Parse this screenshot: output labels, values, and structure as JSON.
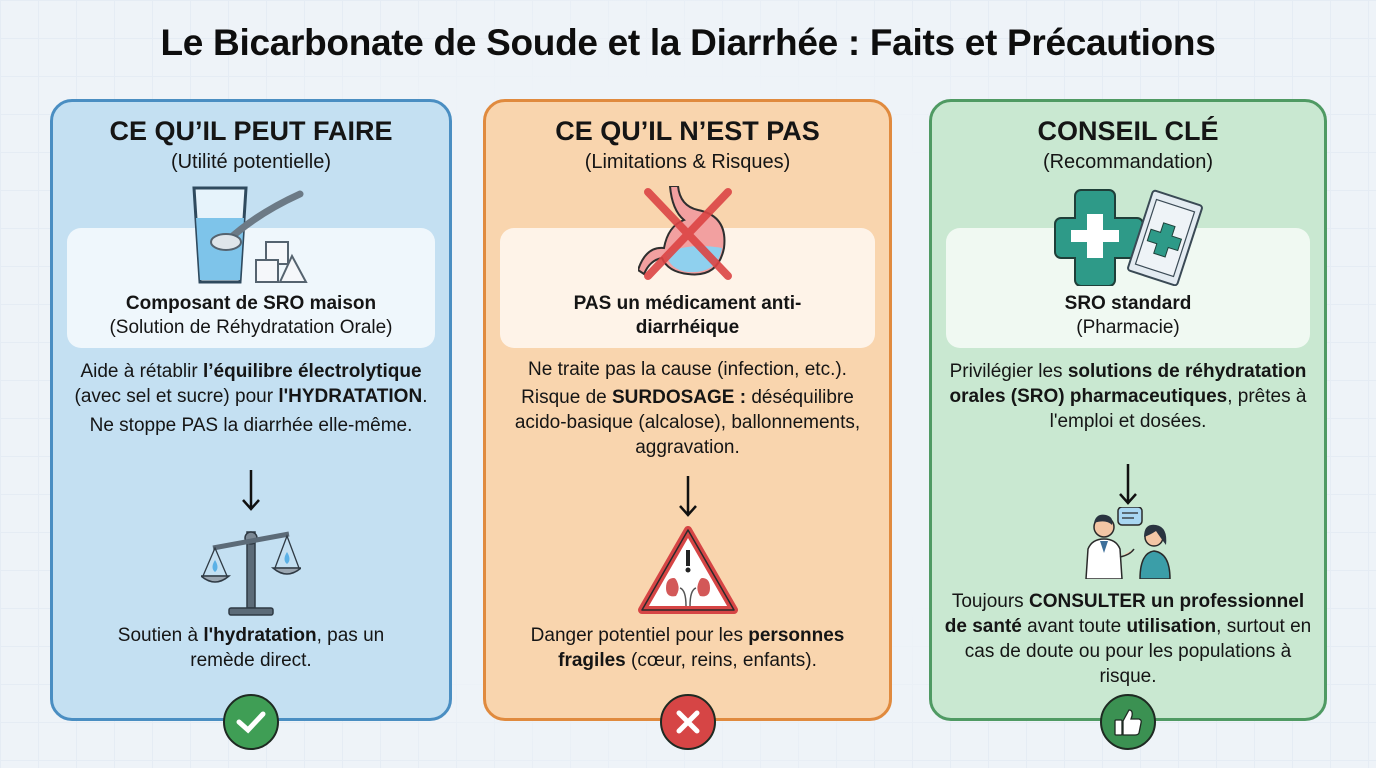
{
  "title": "Le Bicarbonate de Soude et la Diarrhée : Faits et Précautions",
  "colors": {
    "blue": "#c4e0f2",
    "orange": "#f9d5ae",
    "green": "#c9e8d1"
  },
  "cards": [
    {
      "title": "CE QU’IL PEUT FAIRE",
      "subtitle": "(Utilité potentielle)",
      "icon_top": "glass-water-spoon-sugar-icon",
      "panel": {
        "bold": "Composant de SRO maison",
        "normal": "(Solution de Réhydratation Orale)"
      },
      "body": [
        {
          "t": "Aide à rétablir ",
          "b": false
        },
        {
          "t": "l’équilibre électrolytique",
          "b": true
        },
        {
          "t": " (avec sel et sucre) pour ",
          "b": false
        },
        {
          "t": "l'HYDRATATION",
          "b": true
        },
        {
          "t": ".",
          "b": false
        }
      ],
      "body2": "Ne stoppe PAS la diarrhée elle-même.",
      "icon_mid": "balance-scale-icon",
      "footer": [
        {
          "t": "Soutien à ",
          "b": false
        },
        {
          "t": "l'hydratation",
          "b": true
        },
        {
          "t": ", pas un remède direct.",
          "b": false
        }
      ],
      "badge": "check-icon"
    },
    {
      "title": "CE QU’IL N’EST PAS",
      "subtitle": "(Limitations & Risques)",
      "icon_top": "stomach-crossed-icon",
      "panel": {
        "bold": "PAS un médicament anti-diarrhéique",
        "normal": ""
      },
      "body": [
        {
          "t": "Ne traite pas la cause (infection, etc.).",
          "b": false
        }
      ],
      "body2_parts": [
        {
          "t": "Risque de ",
          "b": false
        },
        {
          "t": "SURDOSAGE :",
          "b": true
        },
        {
          "t": " déséquilibre acido-basique (alcalose), ballonnements, aggravation.",
          "b": false
        }
      ],
      "icon_mid": "warning-kidneys-icon",
      "footer": [
        {
          "t": "Danger potentiel pour les ",
          "b": false
        },
        {
          "t": "personnes fragiles",
          "b": true
        },
        {
          "t": " (cœur, reins, enfants).",
          "b": false
        }
      ],
      "badge": "cross-icon"
    },
    {
      "title": "CONSEIL CLÉ",
      "subtitle": "(Recommandation)",
      "icon_top": "pharmacy-cross-sachet-icon",
      "panel": {
        "bold": "SRO standard",
        "normal": "(Pharmacie)"
      },
      "body": [
        {
          "t": "Privilégier les ",
          "b": false
        },
        {
          "t": "solutions de réhydratation orales (SRO) pharmaceutiques",
          "b": true
        },
        {
          "t": ", prêtes à l'emploi et dosées.",
          "b": false
        }
      ],
      "icon_mid": "doctor-patient-icon",
      "footer": [
        {
          "t": "Toujours ",
          "b": false
        },
        {
          "t": "CONSULTER un professionnel de santé",
          "b": true
        },
        {
          "t": " avant toute ",
          "b": false
        },
        {
          "t": "utilisation",
          "b": true
        },
        {
          "t": ", surtout en cas de doute ou pour les populations à risque.",
          "b": false
        }
      ],
      "badge": "thumbs-up-icon"
    }
  ]
}
